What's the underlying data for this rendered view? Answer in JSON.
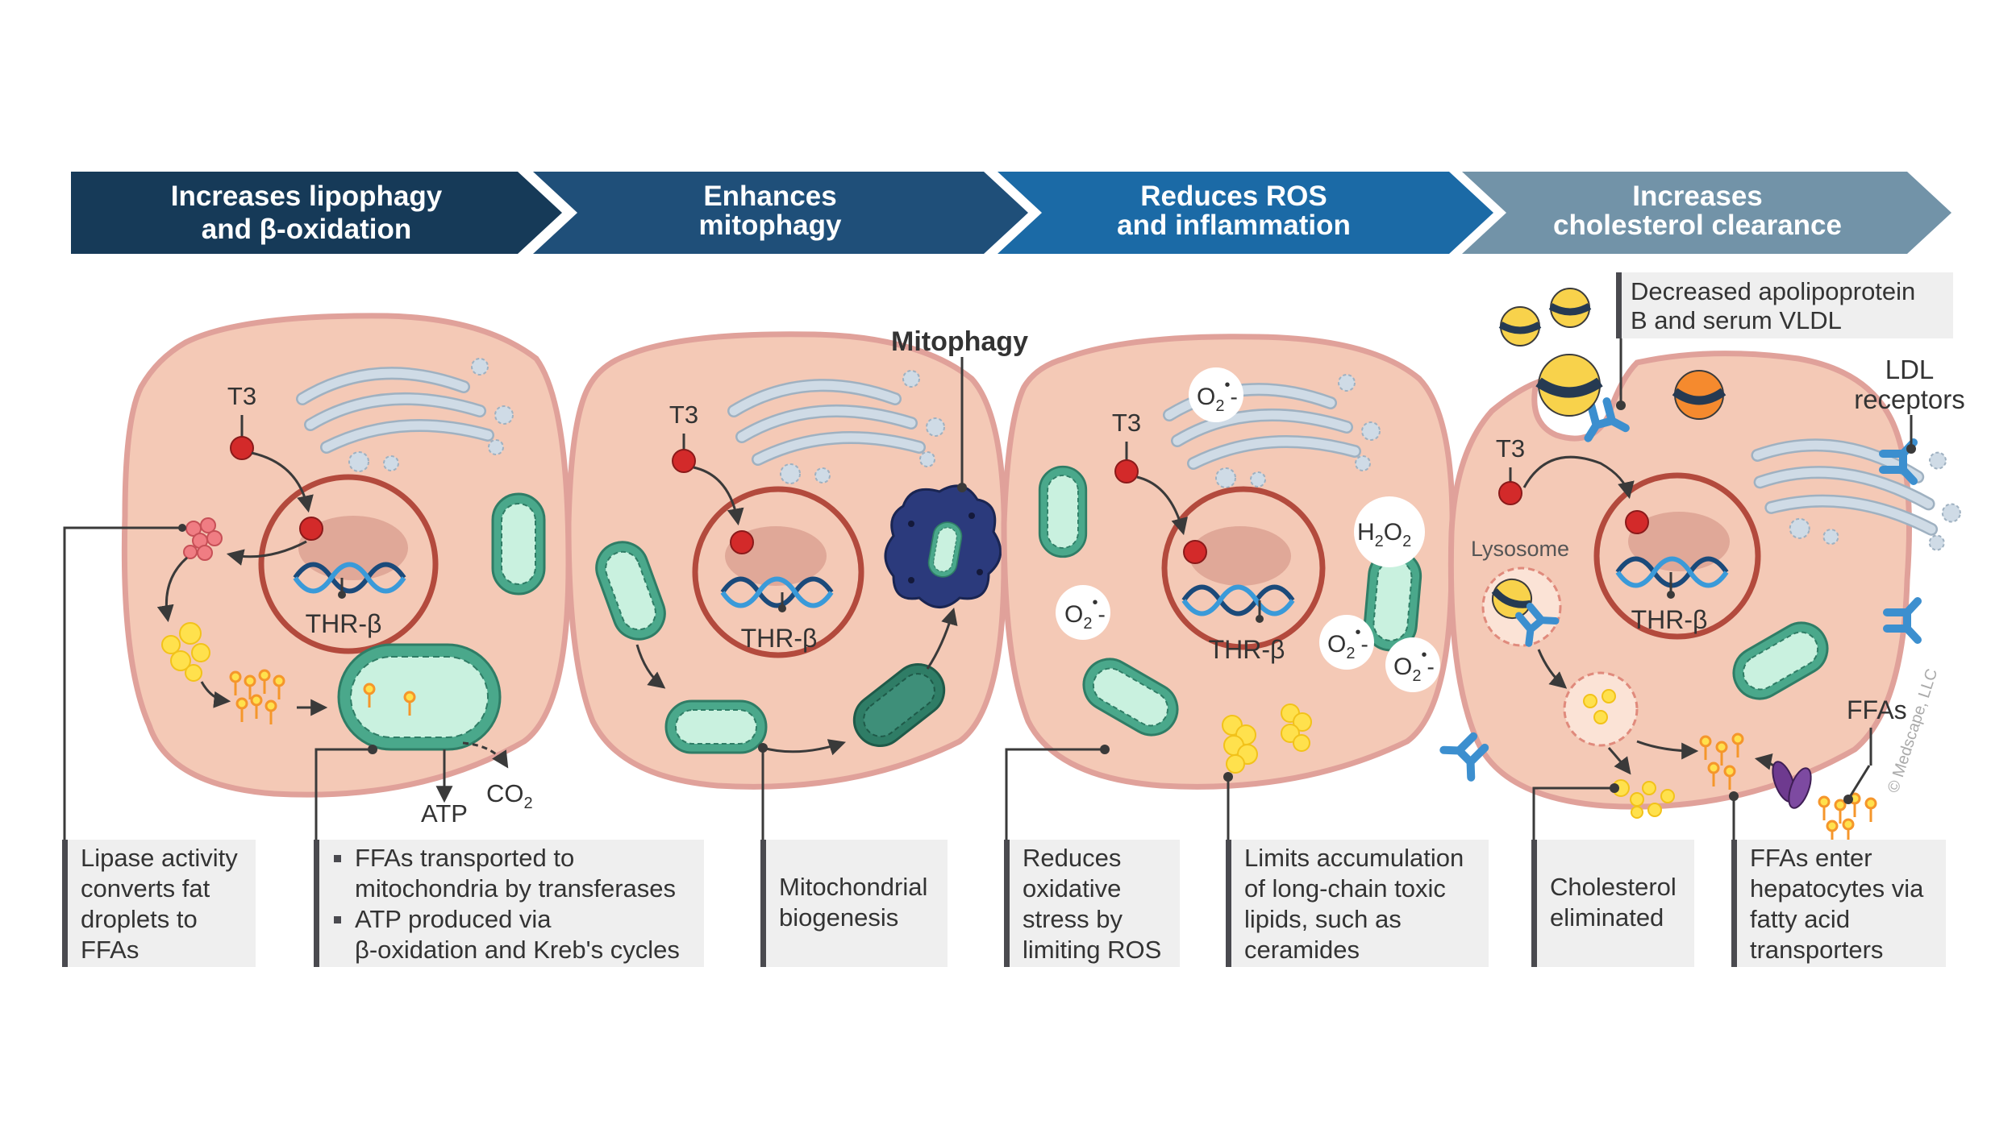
{
  "banners": [
    {
      "line1": "Increases lipophagy",
      "line2": "and β-oxidation",
      "color": "#163a58"
    },
    {
      "line1": "Enhances",
      "line2": "mitophagy",
      "color": "#1f4f79"
    },
    {
      "line1": "Reduces ROS",
      "line2": "and inflammation",
      "color": "#1b6aa6"
    },
    {
      "line1": "Increases",
      "line2": "cholesterol clearance",
      "color": "#7293a8"
    }
  ],
  "labels": {
    "t3": "T3",
    "thr": "THR-β",
    "mitophagy": "Mitophagy",
    "atp": "ATP",
    "co2": "CO",
    "co2_sub": "2",
    "o2": "O",
    "o2_sub": "2",
    "o2_sup": "•",
    "o2_minus": "-",
    "h2o2_h": "H",
    "h2o2_s1": "2",
    "h2o2_o": "O",
    "h2o2_s2": "2",
    "lysosome": "Lysosome",
    "ldl_line1": "LDL",
    "ldl_line2": "receptors",
    "ffas": "FFAs",
    "apob_line1": "Decreased apolipoprotein",
    "apob_line2": "B and serum VLDL",
    "copyright": "© Medscape, LLC"
  },
  "captions": {
    "lipase": [
      "Lipase activity",
      "converts fat",
      "droplets to",
      "FFAs"
    ],
    "ffa_bullet1": [
      "FFAs transported to",
      "mitochondria by transferases"
    ],
    "ffa_bullet2": [
      "ATP produced via",
      "β-oxidation and Kreb's cycles"
    ],
    "mito_bio": [
      "Mitochondrial",
      "biogenesis"
    ],
    "oxidative": [
      "Reduces",
      "oxidative",
      "stress by",
      "limiting ROS"
    ],
    "lipids": [
      "Limits accumulation",
      "of long-chain toxic",
      "lipids, such as",
      "ceramides"
    ],
    "chol": [
      "Cholesterol",
      "eliminated"
    ],
    "ffa_enter": [
      "FFAs enter",
      "hepatocytes via",
      "fatty acid",
      "transporters"
    ]
  },
  "colors": {
    "cell_fill": "#f4c9b6",
    "cell_stroke": "#e0a19a",
    "nucleus_stroke": "#b34a3d",
    "nucleolus": "#e0a898",
    "t3_red": "#d32a2a",
    "mito_fill": "#c9f1df",
    "mito_stroke": "#3e9a7f",
    "dna_dark": "#1b4a7a",
    "dna_light": "#3a9ad9",
    "lipid_yellow": "#ffe14d",
    "ffa_orange": "#f5962b",
    "receptor_blue": "#3c8fcf",
    "golgi": "#b9c9d6"
  }
}
